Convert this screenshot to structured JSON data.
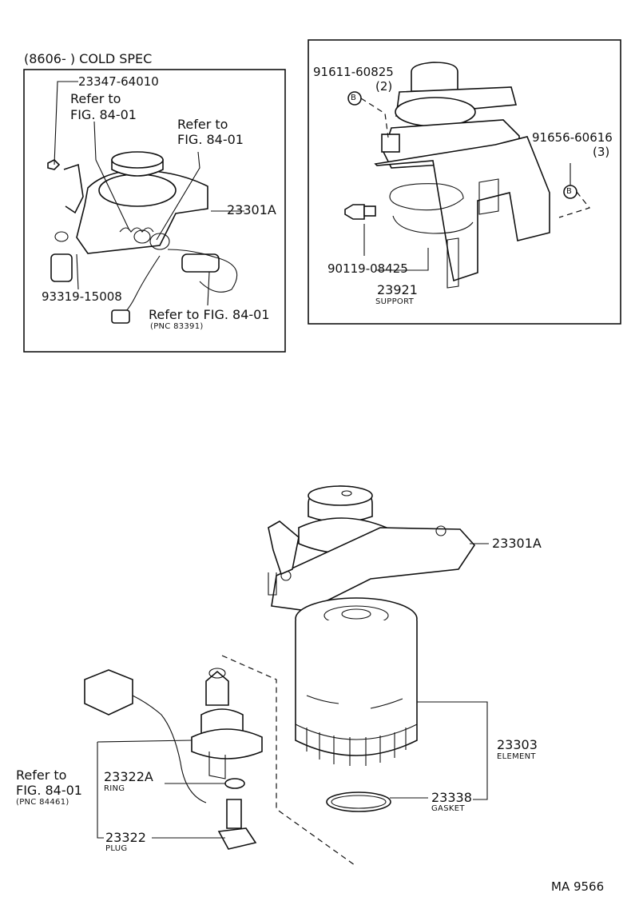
{
  "cold_spec": {
    "header": "(8606-       ) COLD  SPEC",
    "p1": "23347-64010",
    "refer_a_1": "Refer to",
    "refer_a_2": "FIG. 84-01",
    "refer_b_1": "Refer to",
    "refer_b_2": "FIG. 84-01",
    "p2": "23301A",
    "p3": "93319-15008",
    "refer_c": "Refer to FIG. 84-01",
    "pnc_c": "(PNC 83391)"
  },
  "support_box": {
    "p1": "91611-60825",
    "p1_qty": "(2)",
    "callout_b1": "B",
    "p2": "91656-60616",
    "p2_qty": "(3)",
    "callout_b2": "B",
    "p3": "90119-08425",
    "p4": "23921",
    "p4_name": "SUPPORT"
  },
  "main": {
    "p1": "23301A",
    "p2": "23303",
    "p2_name": "ELEMENT",
    "p3": "23338",
    "p3_name": "GASKET",
    "p4": "23322A",
    "p4_name": "RING",
    "p5": "23322",
    "p5_name": "PLUG",
    "refer_1": "Refer to",
    "refer_2": "FIG. 84-01",
    "refer_pnc": "(PNC 84461)"
  },
  "footer": {
    "code": "MA  9566"
  }
}
